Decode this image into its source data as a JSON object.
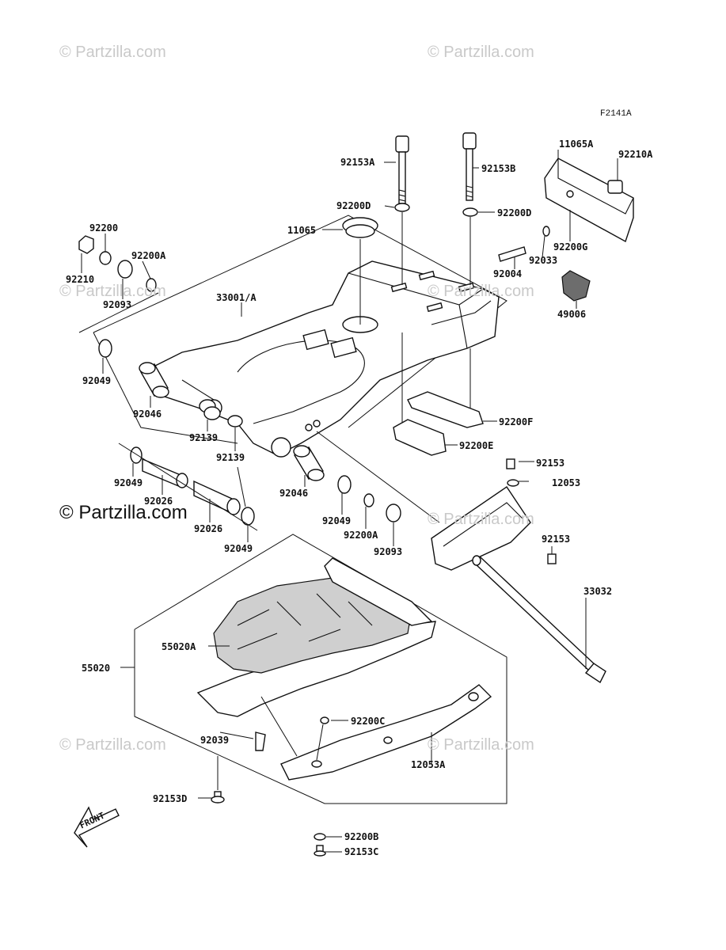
{
  "watermark": "© Partzilla.com",
  "diagram_code": "F2141A",
  "front_arrow": "FRONT",
  "labels": {
    "p92153A": "92153A",
    "p92153B": "92153B",
    "p11065A": "11065A",
    "p92210A": "92210A",
    "p92200D_left": "92200D",
    "p92200D_right": "92200D",
    "p11065": "11065",
    "p92200": "92200",
    "p92200A_top": "92200A",
    "p92210": "92210",
    "p92093_top": "92093",
    "p33001A": "33001/A",
    "p92200G": "92200G",
    "p92033": "92033",
    "p92004": "92004",
    "p49006": "49006",
    "p92049_a": "92049",
    "p92046_a": "92046",
    "p92139_a": "92139",
    "p92139_b": "92139",
    "p92200F": "92200F",
    "p92200E": "92200E",
    "p92153_a": "92153",
    "p12053": "12053",
    "p92049_b": "92049",
    "p92026_a": "92026",
    "p92046_b": "92046",
    "p92049_c": "92049",
    "p92026_b": "92026",
    "p92200A_mid": "92200A",
    "p92049_d": "92049",
    "p92093_mid": "92093",
    "p92153_b": "92153",
    "p33032": "33032",
    "p55020A": "55020A",
    "p55020": "55020",
    "p92200C": "92200C",
    "p92039": "92039",
    "p12053A": "12053A",
    "p92153D": "92153D",
    "p92200B": "92200B",
    "p92153C": "92153C"
  }
}
